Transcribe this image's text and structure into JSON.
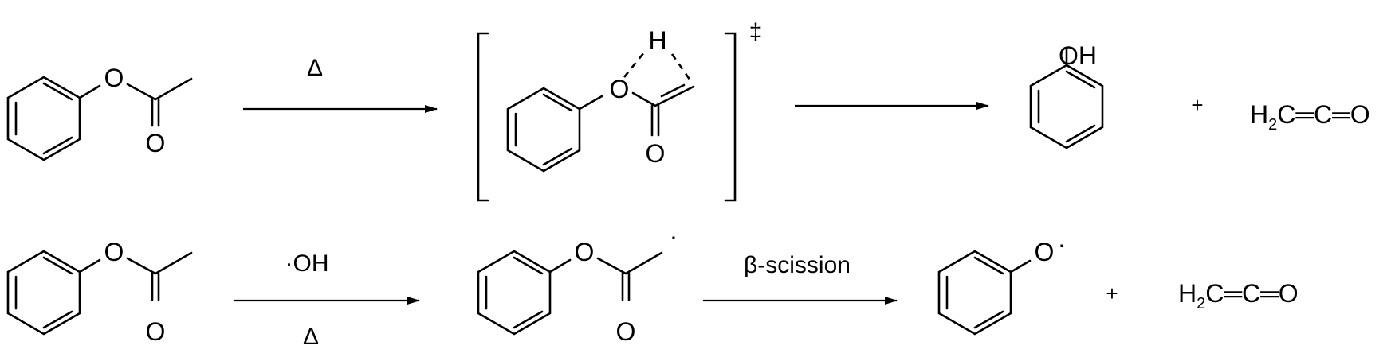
{
  "reaction_1": {
    "arrow_1_label": "Δ",
    "ts_dagger": "‡",
    "ts_H": "H",
    "ts_O_ester": "O",
    "ts_O_carbonyl": "O",
    "reactant_O_ester": "O",
    "reactant_O_carbonyl": "O",
    "product_OH": "OH",
    "plus": "+",
    "ketene": {
      "H": "H",
      "subscript": "2",
      "rest": "C═C═O"
    }
  },
  "reaction_2": {
    "arrow_1_label_top": "·OH",
    "arrow_1_label_bottom": "Δ",
    "arrow_2_label": "β-scission",
    "reactant_O_ester": "O",
    "reactant_O_carbonyl": "O",
    "radical_O_ester": "O",
    "radical_O_carbonyl": "O",
    "radical_dot": "·",
    "phenoxy_O": "O",
    "phenoxy_dot": "·",
    "plus": "+",
    "ketene": {
      "H": "H",
      "subscript": "2",
      "rest": "C═C═O"
    }
  }
}
